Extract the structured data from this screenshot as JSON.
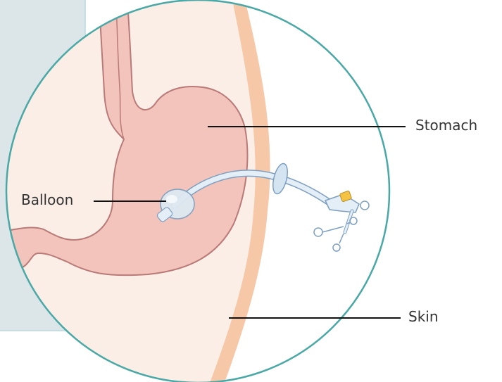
{
  "diagram": {
    "labels": {
      "stomach": "Stomach",
      "balloon": "Balloon",
      "skin": "Skin"
    },
    "colors": {
      "side_panel": "#dce6e9",
      "side_panel_border": "#b9d8df",
      "circle_outline": "#4aa8a6",
      "body_fill": "#fbeee6",
      "skin_band": "#f6c8a8",
      "stomach_fill": "#f2c4bb",
      "stomach_outline": "#b97a78",
      "tube": "#e4eef7",
      "tube_outline": "#7e9fc0",
      "connector_yellow": "#f4c343",
      "leader_line": "#111111",
      "label_text": "#333333"
    }
  }
}
